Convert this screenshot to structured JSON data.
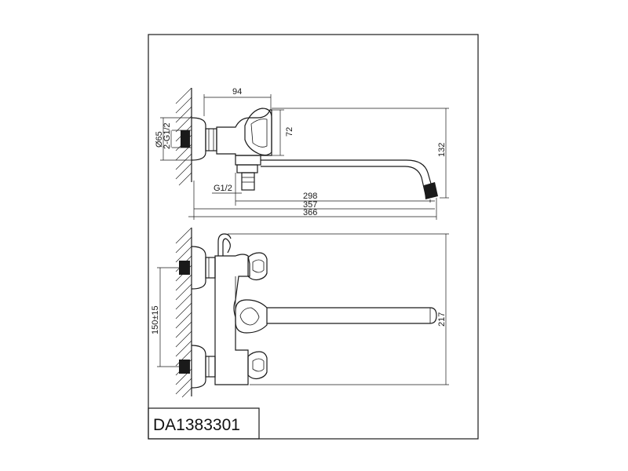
{
  "model_code": "DA1383301",
  "top_view": {
    "dim_depth": "94",
    "dim_height_handle": "72",
    "dim_height_spout": "132",
    "dim_flange_diameter": "Ø65",
    "dim_inlet_thread": "2-G1/2",
    "dim_outlet_thread": "G1/2",
    "dim_spout_length_1": "298",
    "dim_spout_length_2": "357",
    "dim_total_length": "366"
  },
  "front_view": {
    "dim_center_distance": "150±15",
    "dim_total_height": "217"
  }
}
